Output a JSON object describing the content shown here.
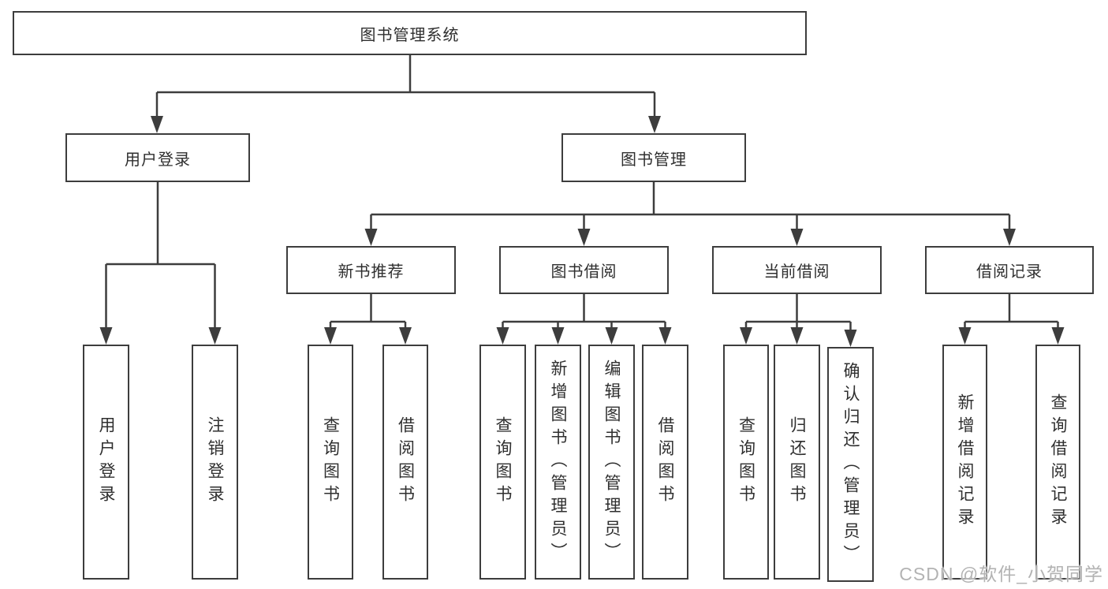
{
  "tree": {
    "root": "图书管理系统",
    "user_login": {
      "label": "用户登录",
      "children": [
        "用户登录",
        "注销登录"
      ]
    },
    "book_mgmt": {
      "label": "图书管理",
      "branches": [
        {
          "label": "新书推荐",
          "children": [
            "查询图书",
            "借阅图书"
          ]
        },
        {
          "label": "图书借阅",
          "children": [
            "查询图书",
            "新增图书（管理员）",
            "编辑图书（管理员）",
            "借阅图书"
          ]
        },
        {
          "label": "当前借阅",
          "children": [
            "查询图书",
            "归还图书",
            "确认归还（管理员）"
          ]
        },
        {
          "label": "借阅记录",
          "children": [
            "新增借阅记录",
            "查询借阅记录"
          ]
        }
      ]
    }
  },
  "watermark": "CSDN @软件_小贺同学",
  "colors": {
    "line": "#3d3d3d",
    "text": "#2f2f2f",
    "watermark": "#b3b3b3",
    "background": "#ffffff"
  }
}
